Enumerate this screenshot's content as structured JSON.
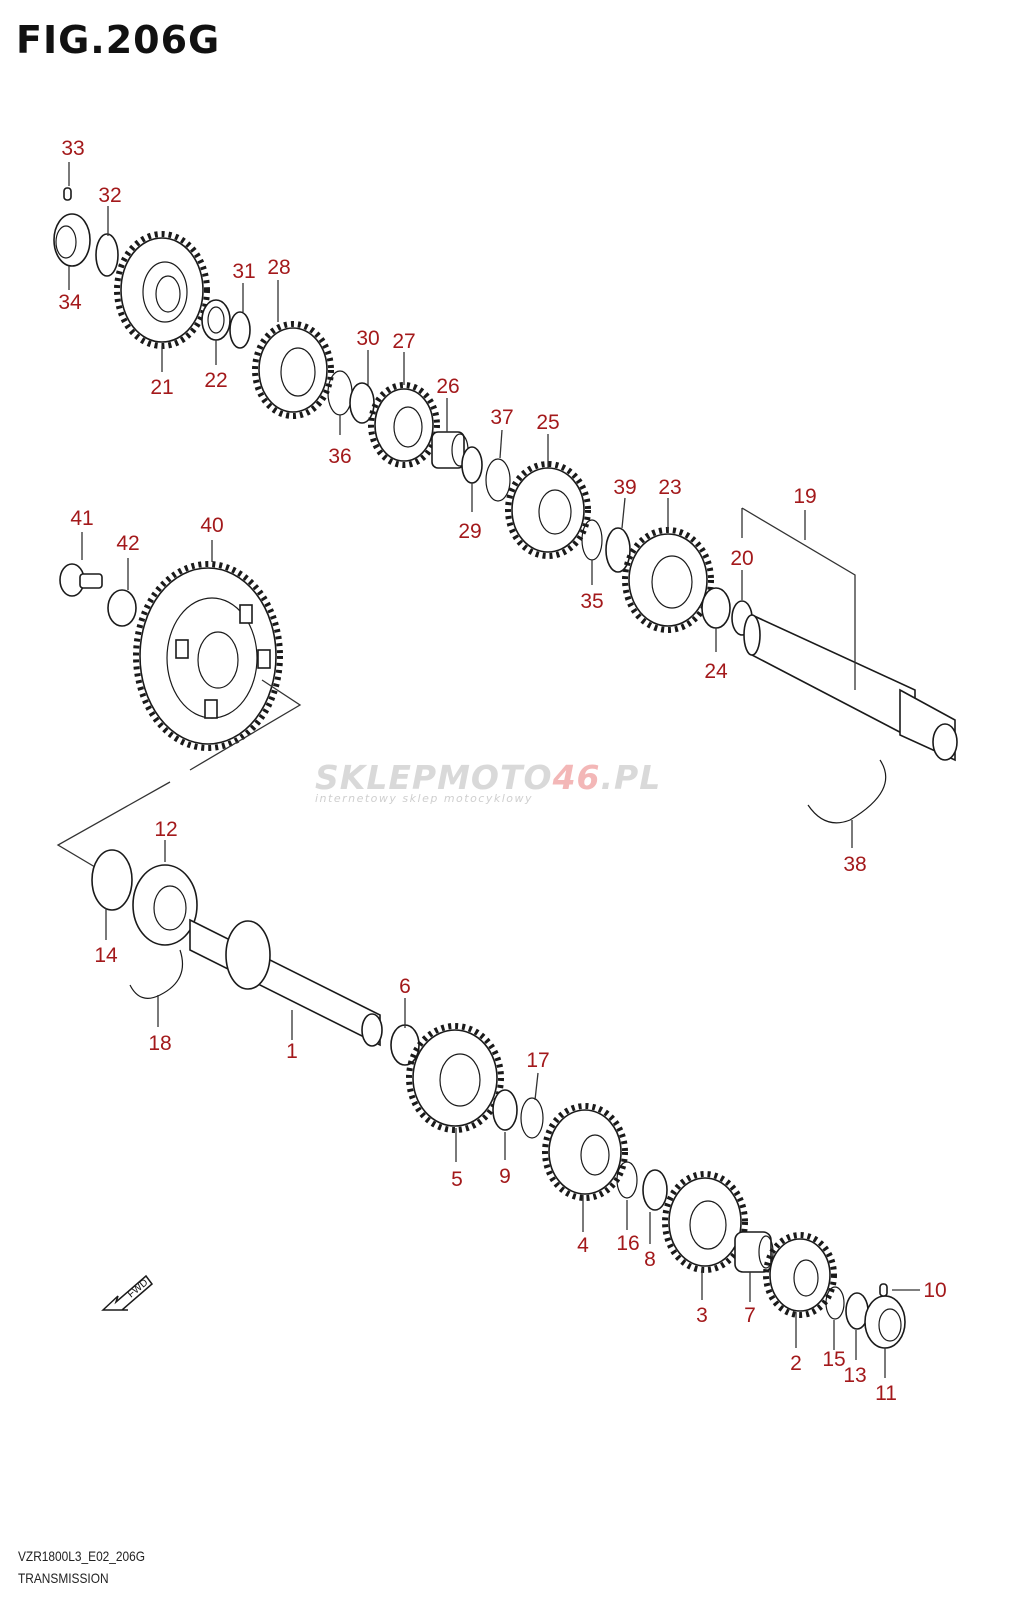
{
  "figure": {
    "title": "FIG.206G",
    "code": "VZR1800L3_E02_206G",
    "caption": "TRANSMISSION"
  },
  "watermark": {
    "brand_main": "SKLEPMOTO",
    "brand_num": "46",
    "brand_tld": ".PL",
    "tagline": "internetowy sklep motocyklowy"
  },
  "fwd": {
    "label": "FWD"
  },
  "callouts": [
    "33",
    "32",
    "34",
    "21",
    "22",
    "31",
    "28",
    "30",
    "27",
    "36",
    "26",
    "37",
    "25",
    "29",
    "39",
    "23",
    "19",
    "20",
    "35",
    "24",
    "41",
    "42",
    "40",
    "38",
    "12",
    "14",
    "18",
    "6",
    "1",
    "17",
    "5",
    "9",
    "4",
    "16",
    "8",
    "3",
    "7",
    "10",
    "2",
    "15",
    "13",
    "11"
  ]
}
